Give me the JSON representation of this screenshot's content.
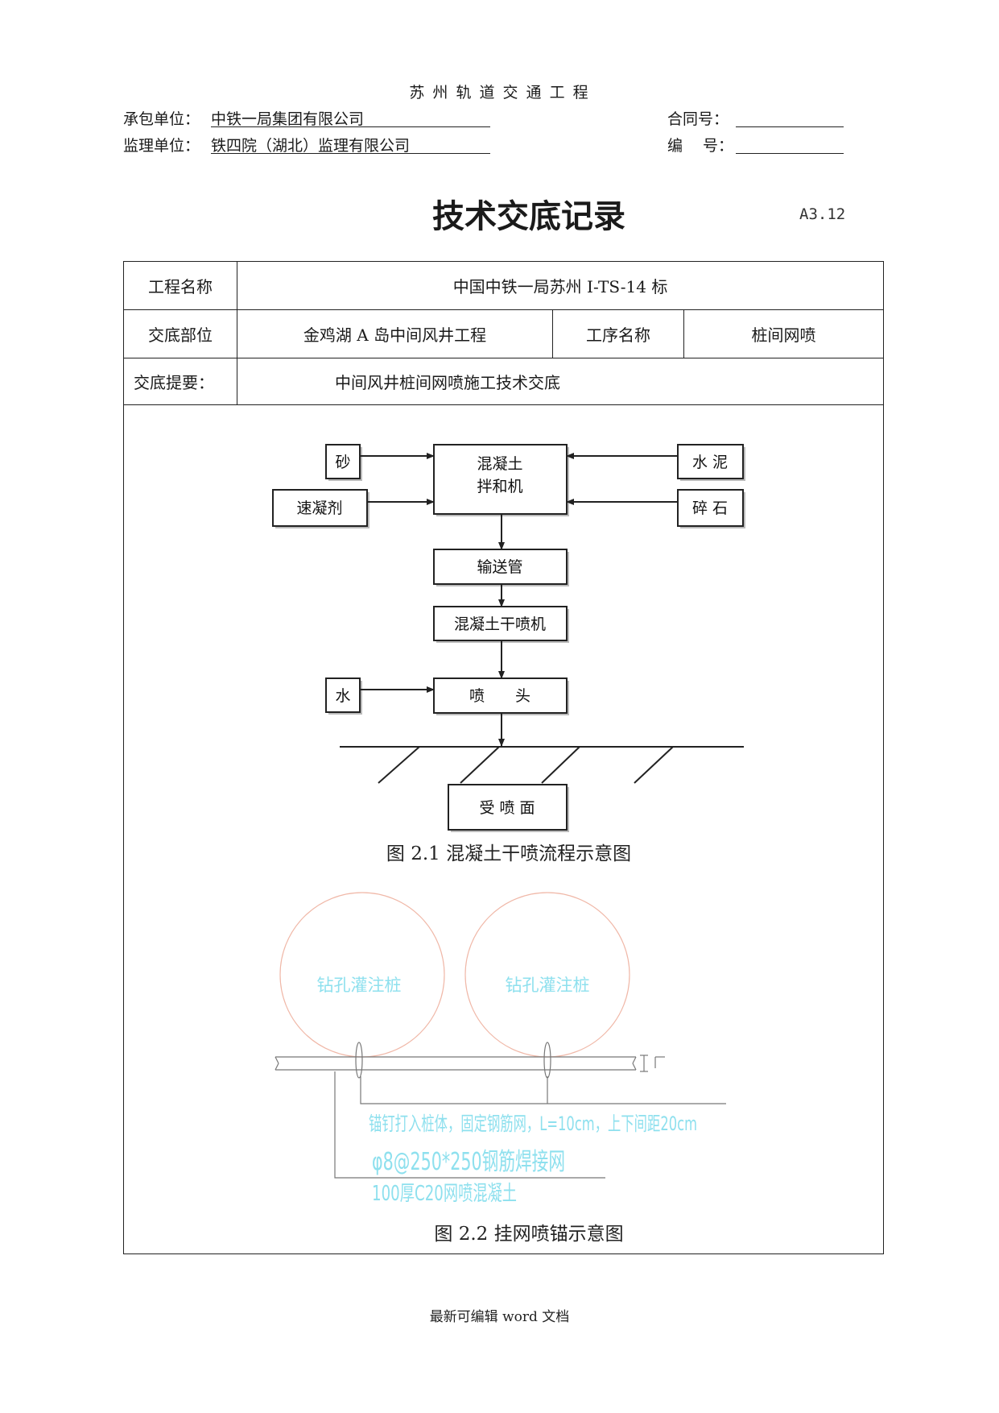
{
  "header": {
    "project_title": "苏 州 轨 道 交 通 工 程",
    "contractor_label": "承包单位：",
    "contractor_value": "中铁一局集团有限公司",
    "supervisor_label": "监理单位：",
    "supervisor_value": "铁四院（湖北）监理有限公司",
    "contract_no_label": "合同号：",
    "serial_no_label": "编　 号："
  },
  "document": {
    "title": "技术交底记录",
    "form_code": "A3.12"
  },
  "form": {
    "project_name_label": "工程名称",
    "project_name_value": "中国中铁一局苏州 I-TS-14 标",
    "location_label": "交底部位",
    "location_value": "金鸡湖 A 岛中间风井工程",
    "process_label": "工序名称",
    "process_value": "桩间网喷",
    "summary_label": "交底提要：",
    "summary_value": "中间风井桩间网喷施工技术交底"
  },
  "flowchart": {
    "sand": "砂",
    "accelerator": "速凝剂",
    "mixer_line1": "混凝土",
    "mixer_line2": "拌和机",
    "cement": "水 泥",
    "gravel": "碎 石",
    "pipe": "输送管",
    "dry_sprayer": "混凝土干喷机",
    "water": "水",
    "nozzle": "喷　　头",
    "surface": "受 喷 面",
    "caption": "图 2.1 混凝土干喷流程示意图"
  },
  "anchor_diagram": {
    "pile_left": "钻孔灌注桩",
    "pile_right": "钻孔灌注桩",
    "note1": "锚钉打入桩体，固定钢筋网，L=10cm，上下间距20cm",
    "note2": "φ8@250*250钢筋焊接网",
    "note3": "100厚C20网喷混凝土",
    "caption": "图 2.2 挂网喷锚示意图"
  },
  "footer": {
    "text": "最新可编辑 word 文档"
  },
  "colors": {
    "pile_circle": "#f0b8a8",
    "annotation": "#8ee0ee",
    "line": "#222222"
  }
}
